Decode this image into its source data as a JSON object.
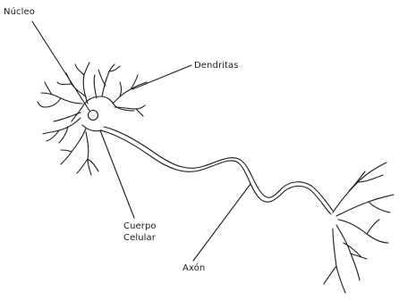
{
  "labels": {
    "nucleo": "Núcleo",
    "dendritas": "Dendritas",
    "cuerpo_line1": "Cuerpo",
    "cuerpo_line2": "Celular",
    "axon": "Axón"
  },
  "colors": {
    "stroke": "#1a1a1a",
    "background": "#ffffff"
  }
}
